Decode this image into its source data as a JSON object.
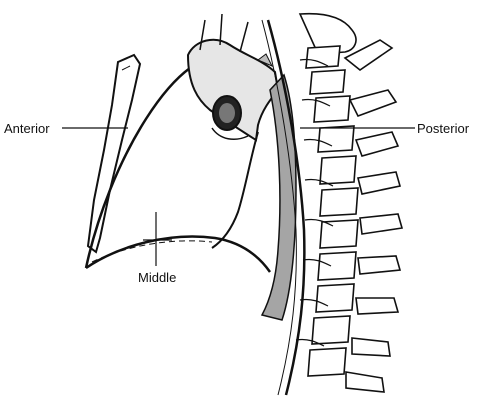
{
  "labels": {
    "anterior": "Anterior",
    "posterior": "Posterior",
    "middle": "Middle"
  },
  "colors": {
    "ink": "#111111",
    "aorta_fill": "#d9d9d9",
    "esophagus_fill": "#9a9a9a"
  }
}
